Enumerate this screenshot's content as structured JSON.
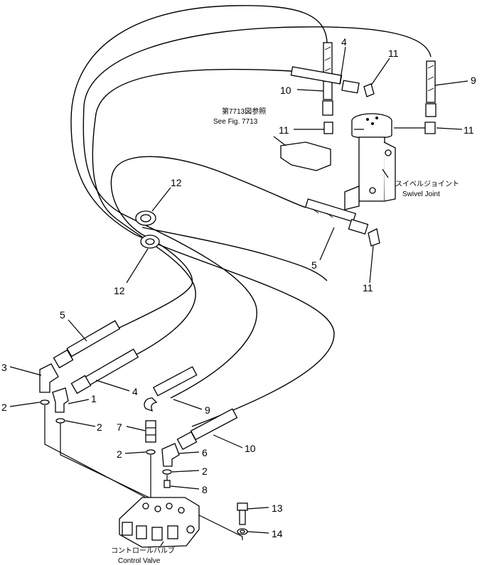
{
  "diagram": {
    "title": "",
    "callouts": [
      {
        "id": "c1",
        "text": "1"
      },
      {
        "id": "c2a",
        "text": "2"
      },
      {
        "id": "c2b",
        "text": "2"
      },
      {
        "id": "c2c",
        "text": "2"
      },
      {
        "id": "c2d",
        "text": "2"
      },
      {
        "id": "c3",
        "text": "3"
      },
      {
        "id": "c4a",
        "text": "4"
      },
      {
        "id": "c4b",
        "text": "4"
      },
      {
        "id": "c5a",
        "text": "5"
      },
      {
        "id": "c5b",
        "text": "5"
      },
      {
        "id": "c6",
        "text": "6"
      },
      {
        "id": "c7",
        "text": "7"
      },
      {
        "id": "c8",
        "text": "8"
      },
      {
        "id": "c9a",
        "text": "9"
      },
      {
        "id": "c9b",
        "text": "9"
      },
      {
        "id": "c10a",
        "text": "10"
      },
      {
        "id": "c10b",
        "text": "10"
      },
      {
        "id": "c11a",
        "text": "11"
      },
      {
        "id": "c11b",
        "text": "11"
      },
      {
        "id": "c11c",
        "text": "11"
      },
      {
        "id": "c11d",
        "text": "11"
      },
      {
        "id": "c12a",
        "text": "12"
      },
      {
        "id": "c12b",
        "text": "12"
      },
      {
        "id": "c13",
        "text": "13"
      },
      {
        "id": "c14",
        "text": "14"
      }
    ],
    "see_fig_jp": "第7713図参照",
    "see_fig_en": "See Fig. 7713",
    "swivel_joint_jp": "スイベルジョイント",
    "swivel_joint_en": "Swivel Joint",
    "control_valve_jp": "コントロールバルブ",
    "control_valve_en": "Control Valve"
  }
}
